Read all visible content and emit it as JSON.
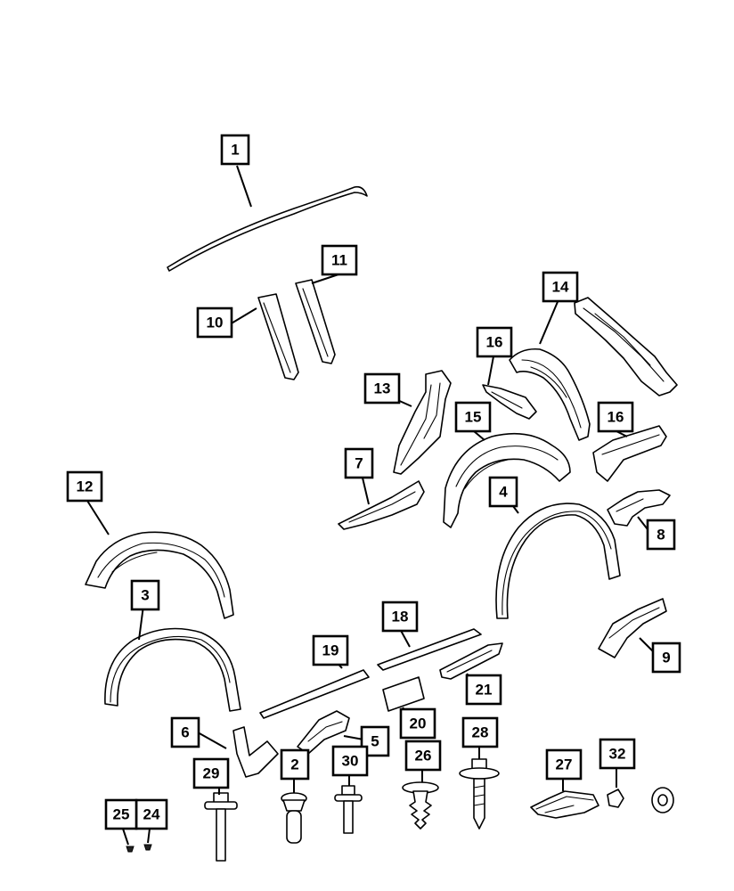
{
  "diagram": {
    "callouts": [
      {
        "id": "c1",
        "label": "1"
      },
      {
        "id": "c2",
        "label": "2"
      },
      {
        "id": "c3",
        "label": "3"
      },
      {
        "id": "c4",
        "label": "4"
      },
      {
        "id": "c5",
        "label": "5"
      },
      {
        "id": "c6",
        "label": "6"
      },
      {
        "id": "c7",
        "label": "7"
      },
      {
        "id": "c8",
        "label": "8"
      },
      {
        "id": "c9",
        "label": "9"
      },
      {
        "id": "c10",
        "label": "10"
      },
      {
        "id": "c11",
        "label": "11"
      },
      {
        "id": "c12",
        "label": "12"
      },
      {
        "id": "c13",
        "label": "13"
      },
      {
        "id": "c14",
        "label": "14"
      },
      {
        "id": "c15",
        "label": "15"
      },
      {
        "id": "c16a",
        "label": "16"
      },
      {
        "id": "c16b",
        "label": "16"
      },
      {
        "id": "c18",
        "label": "18"
      },
      {
        "id": "c19",
        "label": "19"
      },
      {
        "id": "c20",
        "label": "20"
      },
      {
        "id": "c21",
        "label": "21"
      },
      {
        "id": "c24",
        "label": "24"
      },
      {
        "id": "c25",
        "label": "25"
      },
      {
        "id": "c26",
        "label": "26"
      },
      {
        "id": "c27",
        "label": "27"
      },
      {
        "id": "c28",
        "label": "28"
      },
      {
        "id": "c29",
        "label": "29"
      },
      {
        "id": "c30",
        "label": "30"
      },
      {
        "id": "c32",
        "label": "32"
      }
    ],
    "colors": {
      "line": "#000000",
      "background": "#ffffff"
    }
  }
}
